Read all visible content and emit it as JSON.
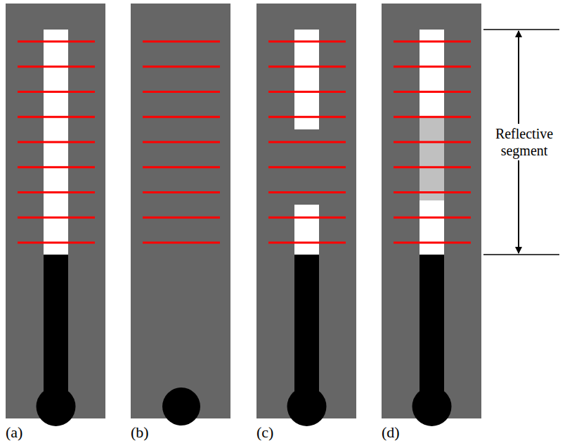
{
  "diagram": {
    "labels": [
      "(a)",
      "(b)",
      "(c)",
      "(d)",
      "Reflective segment"
    ]
  }
}
